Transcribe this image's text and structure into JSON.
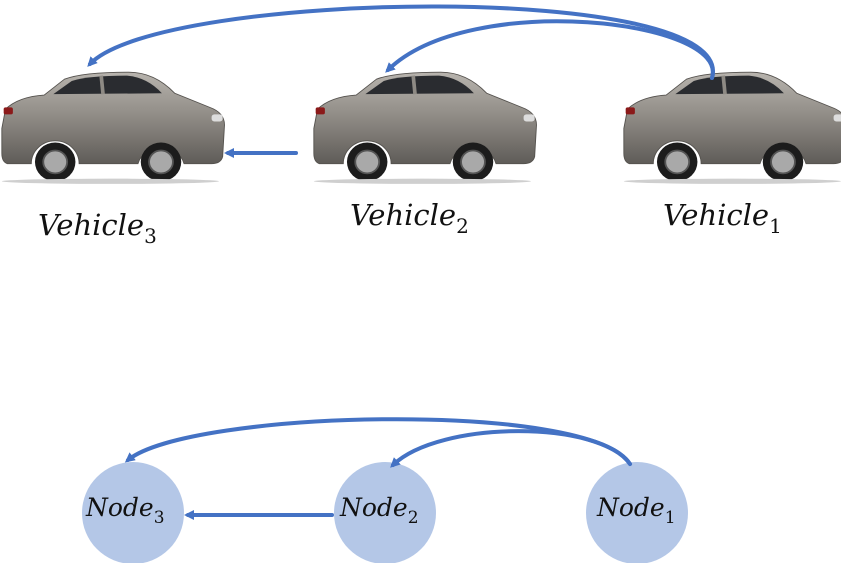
{
  "vehicles": [
    {
      "base": "Vehicle",
      "sub": "3"
    },
    {
      "base": "Vehicle",
      "sub": "2"
    },
    {
      "base": "Vehicle",
      "sub": "1"
    }
  ],
  "nodes": [
    {
      "base": "Node",
      "sub": "3"
    },
    {
      "base": "Node",
      "sub": "2"
    },
    {
      "base": "Node",
      "sub": "1"
    }
  ],
  "colors": {
    "arrow": "#4472c4",
    "node_fill": "#b4c7e7",
    "car_body": "#8e8a84"
  }
}
